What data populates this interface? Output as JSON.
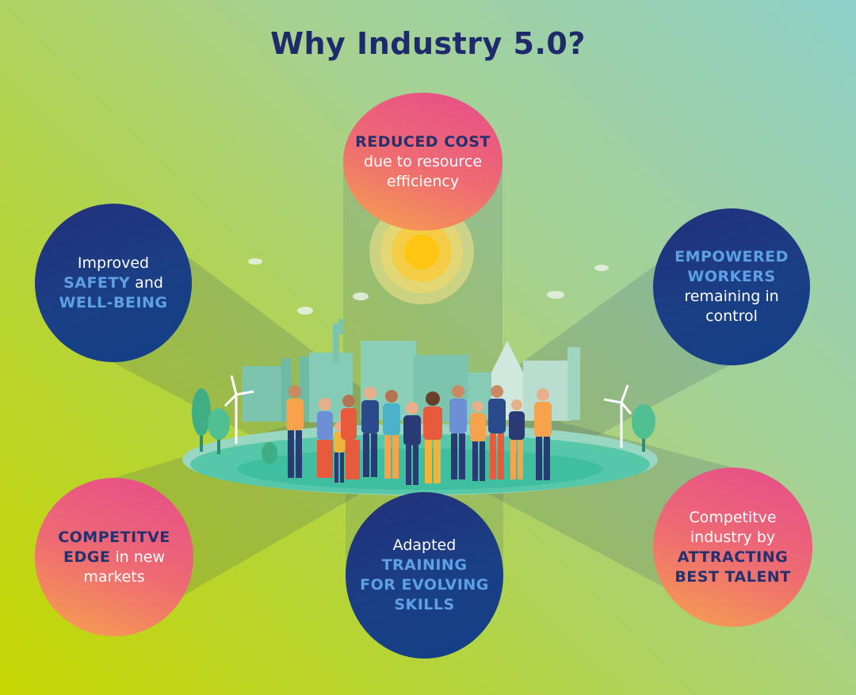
{
  "title": "Why Industry 5.0?",
  "benefits": {
    "top": {
      "lines": [
        {
          "parts": [
            {
              "text": "REDUCED COST",
              "bold": true
            }
          ]
        },
        {
          "parts": [
            {
              "text": "due to resource",
              "bold": false
            }
          ]
        },
        {
          "parts": [
            {
              "text": "efficiency",
              "bold": false
            }
          ]
        }
      ]
    },
    "tl": {
      "lines": [
        {
          "parts": [
            {
              "text": "Improved",
              "bold": false
            }
          ]
        },
        {
          "parts": [
            {
              "text": "SAFETY",
              "bold": true
            },
            {
              "text": " and",
              "bold": false
            }
          ]
        },
        {
          "parts": [
            {
              "text": "WELL-BEING",
              "bold": true
            }
          ]
        }
      ]
    },
    "tr": {
      "lines": [
        {
          "parts": [
            {
              "text": "EMPOWERED",
              "bold": true
            }
          ]
        },
        {
          "parts": [
            {
              "text": "WORKERS",
              "bold": true
            }
          ]
        },
        {
          "parts": [
            {
              "text": "remaining in",
              "bold": false
            }
          ]
        },
        {
          "parts": [
            {
              "text": "control",
              "bold": false
            }
          ]
        }
      ]
    },
    "bl": {
      "lines": [
        {
          "parts": [
            {
              "text": "COMPETITVE",
              "bold": true
            }
          ]
        },
        {
          "parts": [
            {
              "text": "EDGE",
              "bold": true
            },
            {
              "text": " in new",
              "bold": false
            }
          ]
        },
        {
          "parts": [
            {
              "text": "markets",
              "bold": false
            }
          ]
        }
      ]
    },
    "bottom": {
      "lines": [
        {
          "parts": [
            {
              "text": "Adapted",
              "bold": false
            }
          ]
        },
        {
          "parts": [
            {
              "text": "TRAINING",
              "bold": true
            }
          ]
        },
        {
          "parts": [
            {
              "text": "FOR EVOLVING",
              "bold": true
            }
          ]
        },
        {
          "parts": [
            {
              "text": "SKILLS",
              "bold": true
            }
          ]
        }
      ]
    },
    "br": {
      "lines": [
        {
          "parts": [
            {
              "text": "Competitve",
              "bold": false
            }
          ]
        },
        {
          "parts": [
            {
              "text": "industry by",
              "bold": false
            }
          ]
        },
        {
          "parts": [
            {
              "text": "ATTRACTING",
              "bold": true
            }
          ]
        },
        {
          "parts": [
            {
              "text": "BEST TALENT",
              "bold": true
            }
          ]
        }
      ]
    }
  },
  "colors": {
    "navy": "#1f2a6b",
    "highlight_blue": "#5ea0e6",
    "pink": "#e64c8b",
    "orange": "#f7a34d"
  }
}
